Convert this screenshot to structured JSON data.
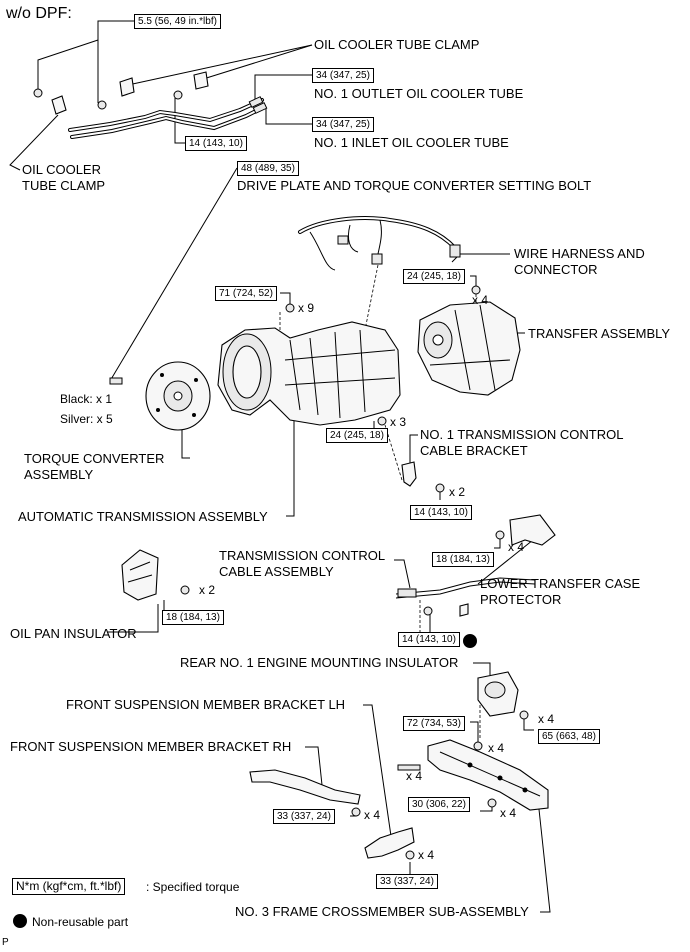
{
  "header": {
    "variant": "w/o DPF:"
  },
  "labels": {
    "oil_cooler_tube_clamp": "OIL COOLER TUBE CLAMP",
    "no1_outlet_oil_cooler_tube": "NO. 1 OUTLET OIL COOLER TUBE",
    "no1_inlet_oil_cooler_tube": "NO. 1 INLET OIL COOLER TUBE",
    "oil_cooler_tube_clamp_left_1": "OIL COOLER",
    "oil_cooler_tube_clamp_left_2": "TUBE CLAMP",
    "drive_plate_bolt": "DRIVE PLATE AND TORQUE CONVERTER SETTING BOLT",
    "wire_harness_1": "WIRE HARNESS AND",
    "wire_harness_2": "CONNECTOR",
    "transfer_assembly": "TRANSFER ASSEMBLY",
    "black": "Black: x 1",
    "silver": "Silver: x 5",
    "torque_converter_1": "TORQUE CONVERTER",
    "torque_converter_2": "ASSEMBLY",
    "no1_trans_bracket_1": "NO. 1 TRANSMISSION CONTROL",
    "no1_trans_bracket_2": "CABLE BRACKET",
    "automatic_transmission": "AUTOMATIC TRANSMISSION ASSEMBLY",
    "trans_control_cable_1": "TRANSMISSION CONTROL",
    "trans_control_cable_2": "CABLE ASSEMBLY",
    "lower_transfer_1": "LOWER TRANSFER CASE",
    "lower_transfer_2": "PROTECTOR",
    "oil_pan_insulator": "OIL PAN INSULATOR",
    "rear_engine_mount": "REAR NO. 1 ENGINE MOUNTING INSULATOR",
    "front_susp_lh": "FRONT SUSPENSION MEMBER BRACKET LH",
    "front_susp_rh": "FRONT SUSPENSION MEMBER BRACKET RH",
    "crossmember": "NO. 3 FRAME CROSSMEMBER SUB-ASSEMBLY"
  },
  "torques": {
    "t_clamp": "5.5 (56, 49 in.*lbf)",
    "t_outlet": "34 (347, 25)",
    "t_inlet": "34 (347, 25)",
    "t_tube_bolt": "14 (143, 10)",
    "t_drive_plate": "48 (489, 35)",
    "t_transfer": "24 (245, 18)",
    "t_trans_top": "71 (724, 52)",
    "t_trans_side": "24 (245, 18)",
    "t_bracket": "14 (143, 10)",
    "t_protector": "18 (184, 13)",
    "t_oil_pan": "18 (184, 13)",
    "t_cable": "14 (143, 10)",
    "t_cross_72": "72 (734, 53)",
    "t_mount": "65 (663, 48)",
    "t_cross_30": "30 (306, 22)",
    "t_rh": "33 (337, 24)",
    "t_lh": "33 (337, 24)"
  },
  "quantities": {
    "q_transfer": "x 4",
    "q_trans_top": "x 9",
    "q_trans_side": "x 3",
    "q_bracket": "x 2",
    "q_protector": "x 4",
    "q_oil_pan": "x 2",
    "q_mount": "x 4",
    "q_cross_72": "x 4",
    "q_cross_bolt": "x 4",
    "q_cross_30": "x 4",
    "q_rh": "x 4",
    "q_lh": "x 4"
  },
  "legend": {
    "torque_key": "N*m (kgf*cm, ft.*lbf)",
    "torque_desc": ": Specified torque",
    "non_reusable": "Non-reusable part"
  },
  "footer": {
    "code": "P"
  }
}
